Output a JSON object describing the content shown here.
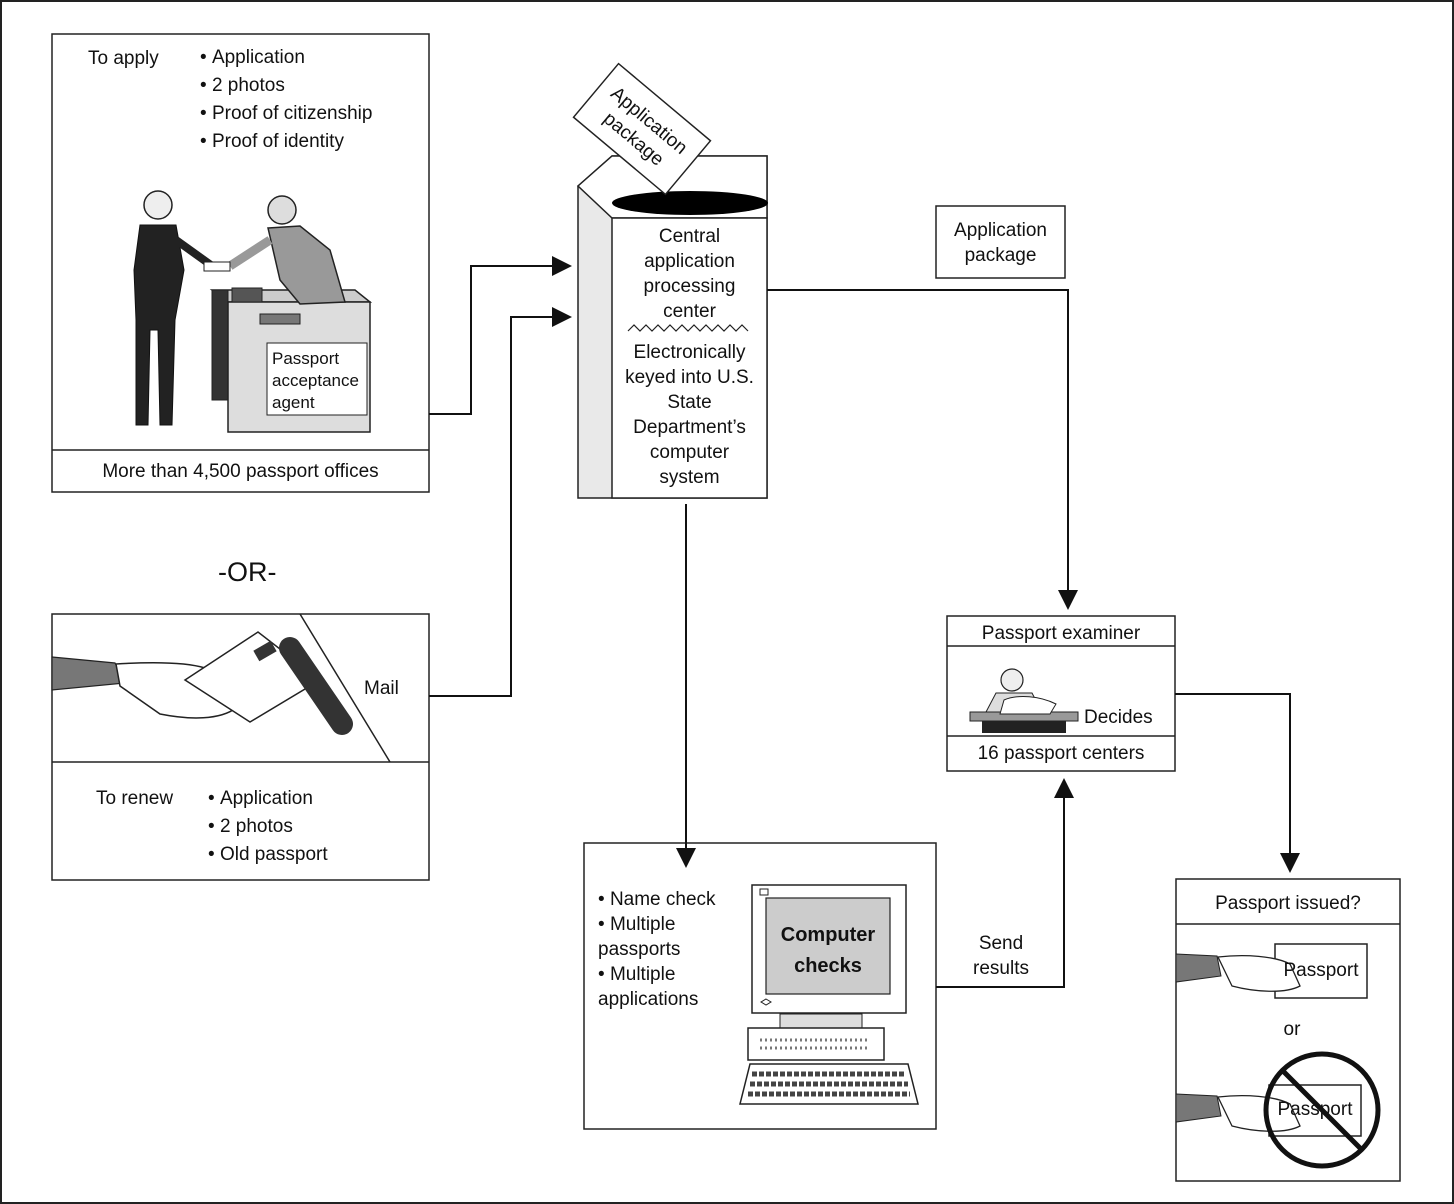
{
  "apply": {
    "heading": "To apply",
    "items": [
      "Application",
      "2 photos",
      "Proof of citizenship",
      "Proof of identity"
    ],
    "agent_label": [
      "Passport",
      "acceptance",
      "agent"
    ],
    "footer": "More than 4,500 passport offices"
  },
  "or_label": "-OR-",
  "renew": {
    "mail_label": "Mail",
    "heading": "To renew",
    "items": [
      "Application",
      "2 photos",
      "Old passport"
    ]
  },
  "center": {
    "envelope_label": [
      "Application",
      "package"
    ],
    "top_text": [
      "Central",
      "application",
      "processing",
      "center"
    ],
    "bottom_text": [
      "Electronically",
      "keyed into U.S.",
      "State",
      "Department’s",
      "computer",
      "system"
    ]
  },
  "package_label": [
    "Application",
    "package"
  ],
  "examiner": {
    "title": "Passport examiner",
    "decides": "Decides",
    "footer": "16 passport centers"
  },
  "computer": {
    "items": [
      "Name check",
      "Multiple passports",
      "Multiple applications"
    ],
    "screen_text": [
      "Computer",
      "checks"
    ],
    "send_results": [
      "Send",
      "results"
    ]
  },
  "issued": {
    "title": "Passport issued?",
    "passport_label": "Passport",
    "or_text": "or",
    "denied_label": "Passport"
  }
}
